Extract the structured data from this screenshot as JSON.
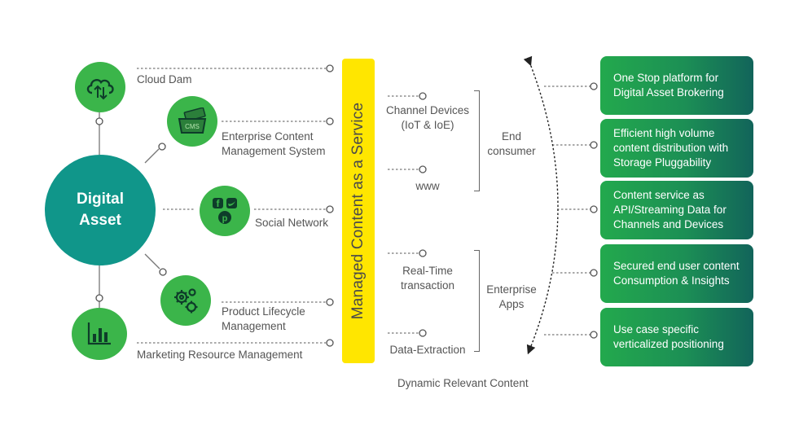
{
  "hub": {
    "line1": "Digital",
    "line2": "Asset"
  },
  "sources": {
    "cloud_dam": "Cloud Dam",
    "ecms_1": "Enterprise Content",
    "ecms_2": "Management System",
    "ecms_badge": "CMS",
    "social": "Social Network",
    "plm_1": "Product Lifecycle",
    "plm_2": "Management",
    "mrm": "Marketing Resource Management"
  },
  "service_bar": "Managed Content as a Service",
  "channels": {
    "devices_1": "Channel Devices",
    "devices_2": "(IoT & IoE)",
    "www": "www",
    "realtime_1": "Real-Time",
    "realtime_2": "transaction",
    "extraction": "Data-Extraction",
    "end_consumer_1": "End",
    "end_consumer_2": "consumer",
    "enterprise_1": "Enterprise",
    "enterprise_2": "Apps",
    "dynamic": "Dynamic Relevant Content"
  },
  "benefits": [
    {
      "l1": "One Stop platform for",
      "l2": "Digital Asset Brokering"
    },
    {
      "l1": "Efficient high volume",
      "l2": "content distribution with",
      "l3": "Storage Pluggability"
    },
    {
      "l1": "Content service as",
      "l2": "API/Streaming Data for",
      "l3": "Channels and Devices"
    },
    {
      "l1": "Secured end user content",
      "l2": "Consumption & Insights"
    },
    {
      "l1": "Use case specific",
      "l2": "verticalized positioning"
    }
  ],
  "colors": {
    "hub": "#10968a",
    "node": "#3bb54a",
    "bar": "#ffe600",
    "card_start": "#23a94d",
    "card_end": "#12645a"
  },
  "icons": [
    "cloud-upload-icon",
    "cms-cash-icon",
    "social-media-icon",
    "gears-icon",
    "bar-chart-icon"
  ]
}
